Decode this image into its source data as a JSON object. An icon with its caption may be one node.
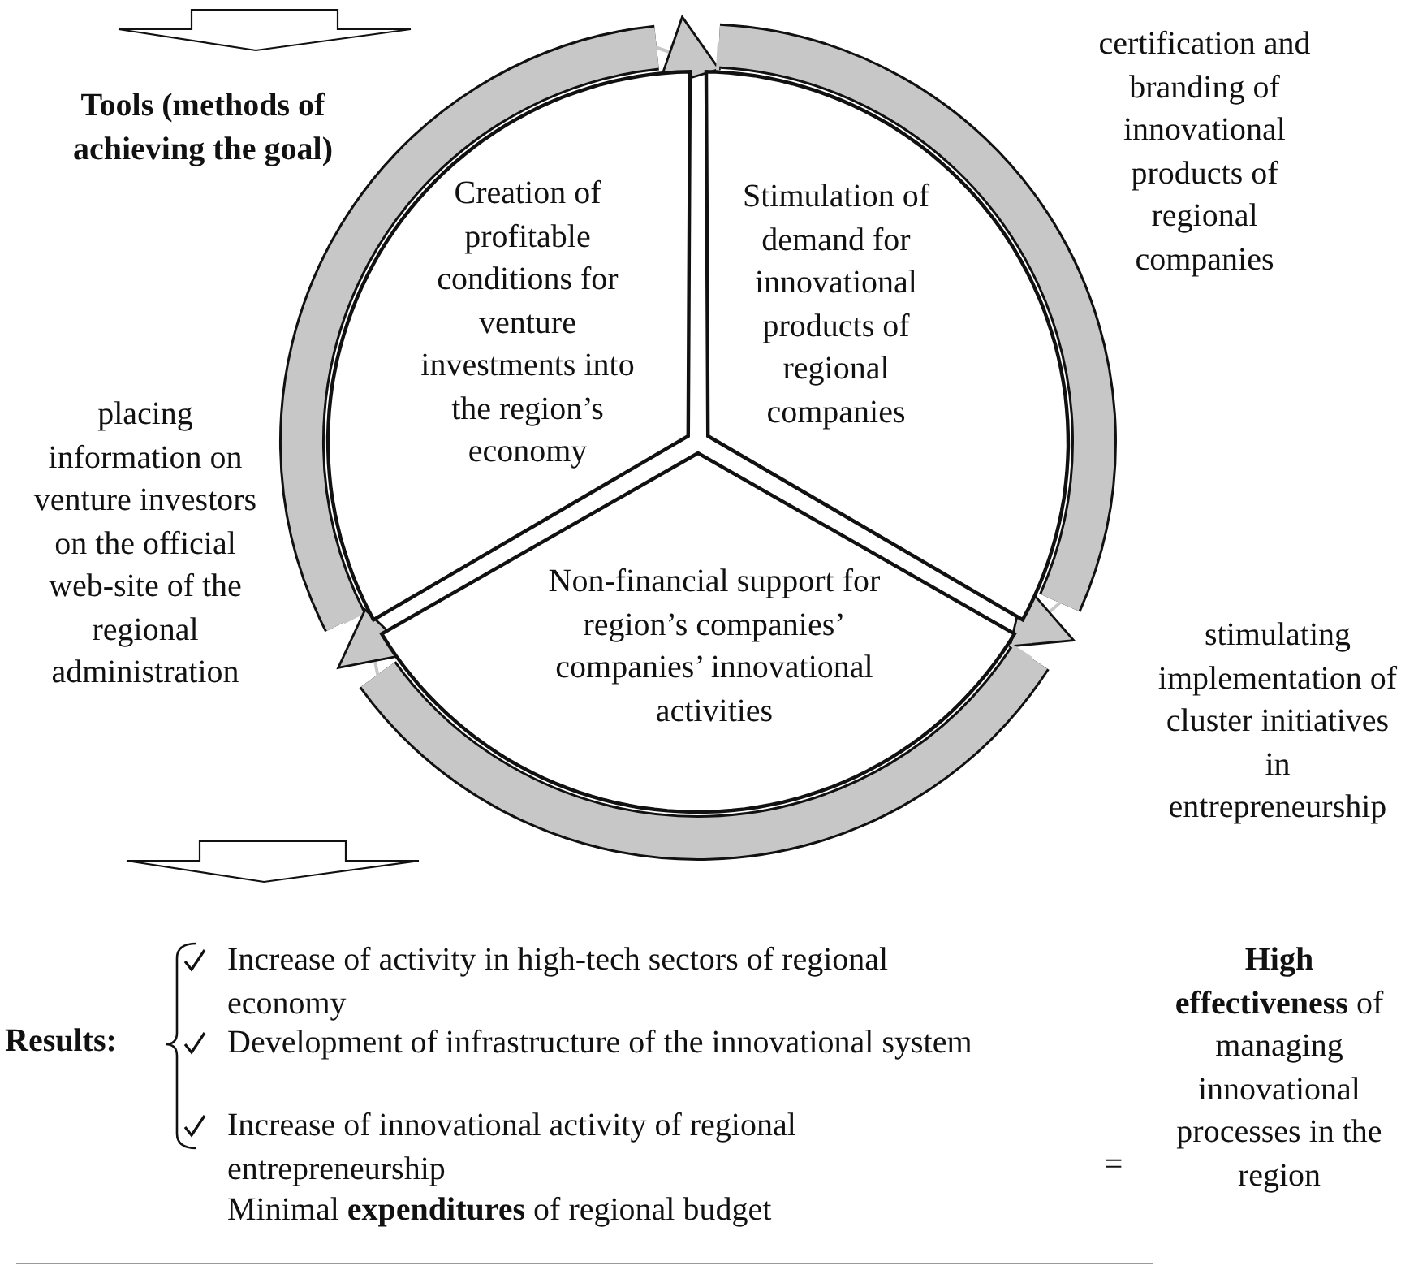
{
  "diagram": {
    "nodes": [
      {
        "text": [
          "Creation of profitable conditions for venture investments into the region’s economy"
        ]
      },
      {
        "text": [
          "Stimulation of demand for innovational products of regional companies"
        ]
      },
      {
        "text": [
          "Non-financial support for region’s companies’ companies’ innovational activities"
        ]
      }
    ],
    "edges": [
      {
        "from": 0,
        "to": 1,
        "arrow": "to"
      },
      {
        "from": 1,
        "to": 2,
        "arrow": "to"
      },
      {
        "from": 2,
        "to": 0,
        "arrow": "to"
      }
    ],
    "labels": [
      "Tools (methods of achieving the goal)",
      "certification and branding of innovational products of regional companies",
      "placing information on venture investors on the official web-site of the regional administration",
      "stimulating implementation of cluster initiatives in entrepreneurship",
      "Results:",
      "Increase of activity in high-tech sectors of regional economy",
      "Development of infrastructure of the innovational system",
      "Increase of innovational activity of regional entrepreneurship",
      "Minimal **expenditures** of regional budget",
      "=",
      "**High effectiveness** of managing innovational processes in the region"
    ]
  }
}
